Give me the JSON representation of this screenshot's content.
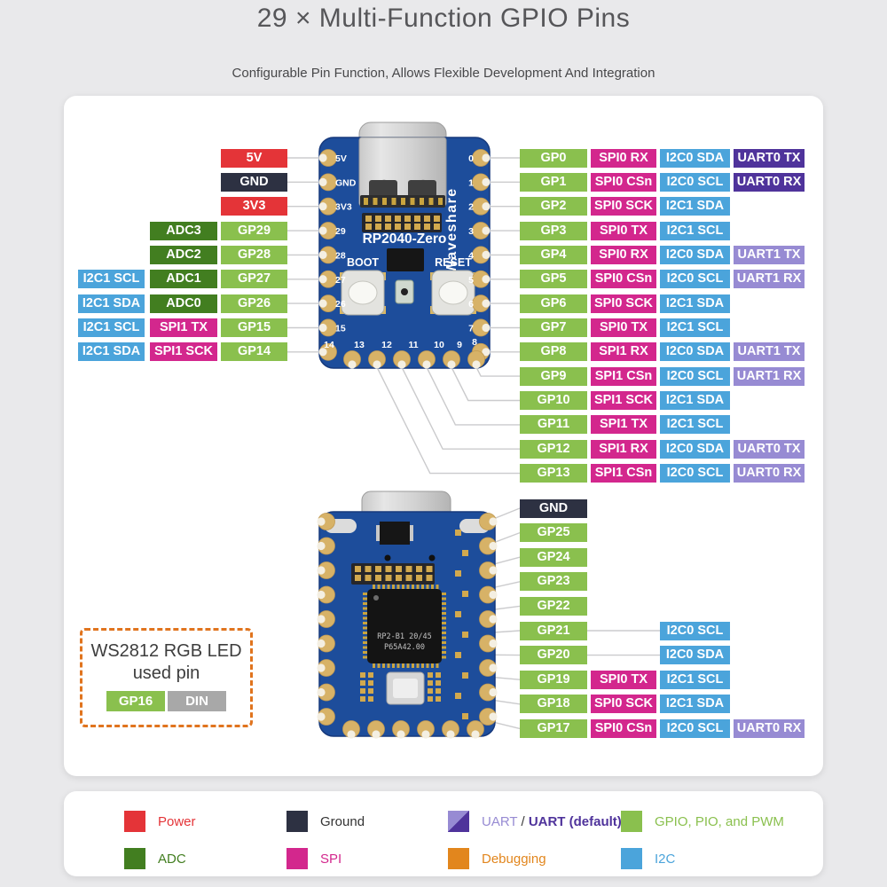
{
  "page": {
    "title": "29 × Multi-Function GPIO Pins",
    "subtitle": "Configurable Pin Function, Allows Flexible Development And Integration"
  },
  "colors": {
    "power": "#e43438",
    "ground": "#2d3142",
    "gpio": "#8ac04e",
    "adc": "#427e20",
    "spi": "#d3278d",
    "i2c": "#4ba4db",
    "uart": "#978bd3",
    "uart_default": "#4f339b",
    "debugging": "#e2861d",
    "din": "#a8a8a8",
    "ws2812_border": "#e0741e",
    "leader_line": "#cbcbcd"
  },
  "board_front": {
    "brand": "Waveshare",
    "model": "RP2040-Zero",
    "boot_button": "BOOT",
    "reset_button": "RESET",
    "left_pin_numbers": [
      "5V",
      "GND",
      "3V3",
      "29",
      "28",
      "27",
      "26",
      "15"
    ],
    "right_pin_numbers": [
      "0",
      "1",
      "2",
      "3",
      "4",
      "5",
      "6",
      "7",
      "8"
    ],
    "bottom_pin_numbers": [
      "14",
      "13",
      "12",
      "11",
      "10",
      "9"
    ]
  },
  "board_back": {
    "chip_line1": "RP2-B1 20/45",
    "chip_line2": "P65A42.00"
  },
  "pins": {
    "left": [
      {
        "gpio": "5V",
        "type": "power",
        "funcs": []
      },
      {
        "gpio": "GND",
        "type": "ground",
        "funcs": []
      },
      {
        "gpio": "3V3",
        "type": "power",
        "funcs": []
      },
      {
        "gpio": "GP29",
        "funcs": [
          {
            "label": "ADC3",
            "type": "adc"
          }
        ]
      },
      {
        "gpio": "GP28",
        "funcs": [
          {
            "label": "ADC2",
            "type": "adc"
          }
        ]
      },
      {
        "gpio": "GP27",
        "funcs": [
          {
            "label": "I2C1 SCL",
            "type": "i2c"
          },
          {
            "label": "ADC1",
            "type": "adc"
          }
        ]
      },
      {
        "gpio": "GP26",
        "funcs": [
          {
            "label": "I2C1 SDA",
            "type": "i2c"
          },
          {
            "label": "ADC0",
            "type": "adc"
          }
        ]
      },
      {
        "gpio": "GP15",
        "funcs": [
          {
            "label": "I2C1 SCL",
            "type": "i2c"
          },
          {
            "label": "SPI1 TX",
            "type": "spi"
          }
        ]
      },
      {
        "gpio": "GP14",
        "funcs": [
          {
            "label": "I2C1 SDA",
            "type": "i2c"
          },
          {
            "label": "SPI1 SCK",
            "type": "spi"
          }
        ]
      }
    ],
    "right": [
      {
        "gpio": "GP0",
        "funcs": [
          {
            "label": "SPI0 RX",
            "type": "spi"
          },
          {
            "label": "I2C0 SDA",
            "type": "i2c"
          },
          {
            "label": "UART0 TX",
            "type": "uart_default"
          }
        ]
      },
      {
        "gpio": "GP1",
        "funcs": [
          {
            "label": "SPI0 CSn",
            "type": "spi"
          },
          {
            "label": "I2C0 SCL",
            "type": "i2c"
          },
          {
            "label": "UART0 RX",
            "type": "uart_default"
          }
        ]
      },
      {
        "gpio": "GP2",
        "funcs": [
          {
            "label": "SPI0 SCK",
            "type": "spi"
          },
          {
            "label": "I2C1 SDA",
            "type": "i2c"
          }
        ]
      },
      {
        "gpio": "GP3",
        "funcs": [
          {
            "label": "SPI0 TX",
            "type": "spi"
          },
          {
            "label": "I2C1 SCL",
            "type": "i2c"
          }
        ]
      },
      {
        "gpio": "GP4",
        "funcs": [
          {
            "label": "SPI0 RX",
            "type": "spi"
          },
          {
            "label": "I2C0 SDA",
            "type": "i2c"
          },
          {
            "label": "UART1 TX",
            "type": "uart"
          }
        ]
      },
      {
        "gpio": "GP5",
        "funcs": [
          {
            "label": "SPI0 CSn",
            "type": "spi"
          },
          {
            "label": "I2C0 SCL",
            "type": "i2c"
          },
          {
            "label": "UART1 RX",
            "type": "uart"
          }
        ]
      },
      {
        "gpio": "GP6",
        "funcs": [
          {
            "label": "SPI0 SCK",
            "type": "spi"
          },
          {
            "label": "I2C1 SDA",
            "type": "i2c"
          }
        ]
      },
      {
        "gpio": "GP7",
        "funcs": [
          {
            "label": "SPI0 TX",
            "type": "spi"
          },
          {
            "label": "I2C1 SCL",
            "type": "i2c"
          }
        ]
      },
      {
        "gpio": "GP8",
        "funcs": [
          {
            "label": "SPI1 RX",
            "type": "spi"
          },
          {
            "label": "I2C0 SDA",
            "type": "i2c"
          },
          {
            "label": "UART1 TX",
            "type": "uart"
          }
        ]
      },
      {
        "gpio": "GP9",
        "funcs": [
          {
            "label": "SPI1 CSn",
            "type": "spi"
          },
          {
            "label": "I2C0 SCL",
            "type": "i2c"
          },
          {
            "label": "UART1 RX",
            "type": "uart"
          }
        ]
      },
      {
        "gpio": "GP10",
        "funcs": [
          {
            "label": "SPI1 SCK",
            "type": "spi"
          },
          {
            "label": "I2C1 SDA",
            "type": "i2c"
          }
        ]
      },
      {
        "gpio": "GP11",
        "funcs": [
          {
            "label": "SPI1 TX",
            "type": "spi"
          },
          {
            "label": "I2C1 SCL",
            "type": "i2c"
          }
        ]
      },
      {
        "gpio": "GP12",
        "funcs": [
          {
            "label": "SPI1 RX",
            "type": "spi"
          },
          {
            "label": "I2C0 SDA",
            "type": "i2c"
          },
          {
            "label": "UART0 TX",
            "type": "uart"
          }
        ]
      },
      {
        "gpio": "GP13",
        "funcs": [
          {
            "label": "SPI1 CSn",
            "type": "spi"
          },
          {
            "label": "I2C0 SCL",
            "type": "i2c"
          },
          {
            "label": "UART0 RX",
            "type": "uart"
          }
        ]
      }
    ],
    "back": [
      {
        "gpio": "GND",
        "type": "ground",
        "funcs": []
      },
      {
        "gpio": "GP25",
        "funcs": []
      },
      {
        "gpio": "GP24",
        "funcs": []
      },
      {
        "gpio": "GP23",
        "funcs": []
      },
      {
        "gpio": "GP22",
        "funcs": []
      },
      {
        "gpio": "GP21",
        "funcs": [
          {
            "label": "I2C0 SCL",
            "type": "i2c"
          }
        ]
      },
      {
        "gpio": "GP20",
        "funcs": [
          {
            "label": "I2C0 SDA",
            "type": "i2c"
          }
        ]
      },
      {
        "gpio": "GP19",
        "funcs": [
          {
            "label": "SPI0 TX",
            "type": "spi"
          },
          {
            "label": "I2C1 SCL",
            "type": "i2c"
          }
        ]
      },
      {
        "gpio": "GP18",
        "funcs": [
          {
            "label": "SPI0 SCK",
            "type": "spi"
          },
          {
            "label": "I2C1 SDA",
            "type": "i2c"
          }
        ]
      },
      {
        "gpio": "GP17",
        "funcs": [
          {
            "label": "SPI0 CSn",
            "type": "spi"
          },
          {
            "label": "I2C0 SCL",
            "type": "i2c"
          },
          {
            "label": "UART0 RX",
            "type": "uart"
          }
        ]
      }
    ]
  },
  "ws2812": {
    "line1": "WS2812 RGB LED",
    "line2": "used pin",
    "pins": [
      {
        "label": "GP16",
        "type": "gpio"
      },
      {
        "label": "DIN",
        "type": "din"
      }
    ]
  },
  "legend": {
    "rows": [
      [
        {
          "label": "Power",
          "type": "power"
        },
        {
          "label": "Ground",
          "type": "ground"
        },
        {
          "kind": "uart_split",
          "label_uart": "UART",
          "label_sep": " / ",
          "label_uart_default": "UART (default)"
        },
        {
          "label": "GPIO, PIO, and PWM",
          "type": "gpio"
        }
      ],
      [
        {
          "label": "ADC",
          "type": "adc"
        },
        {
          "label": "SPI",
          "type": "spi"
        },
        {
          "label": "Debugging",
          "type": "debugging"
        },
        {
          "label": "I2C",
          "type": "i2c"
        }
      ]
    ]
  }
}
